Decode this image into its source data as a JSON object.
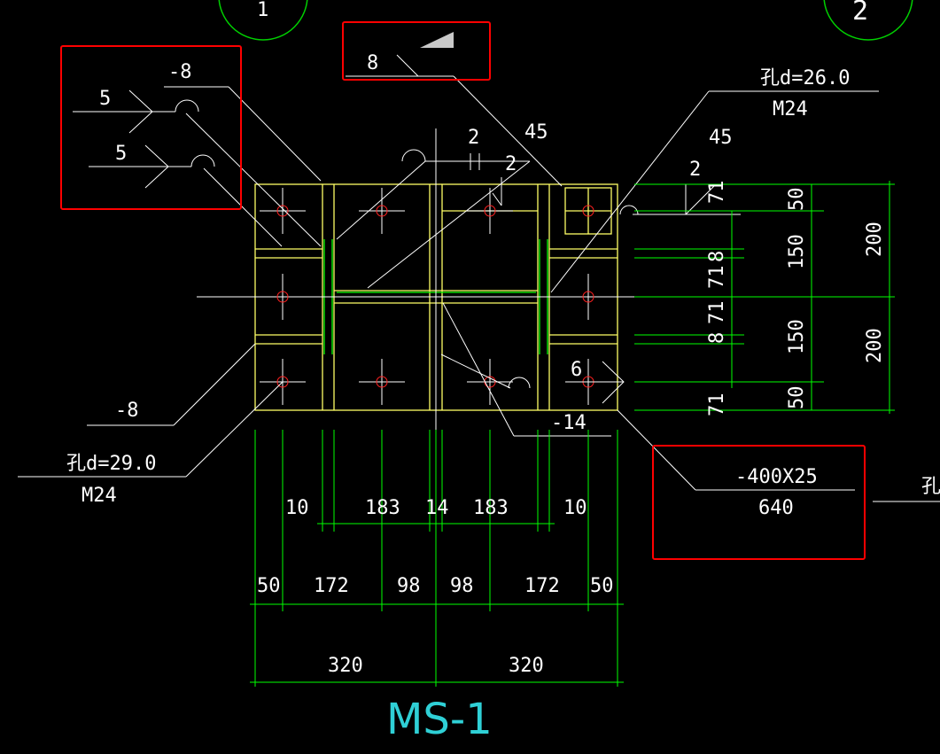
{
  "colors": {
    "background": "#000000",
    "dimension": "#00ff00",
    "plate": "#ffff66",
    "leader": "#ffffff",
    "hole": "#ff2020",
    "title": "#2fd0d6",
    "highlight": "#ff0000"
  },
  "title": "MS-1",
  "grid_labels": {
    "left": "1",
    "right": "2"
  },
  "weld_notes": {
    "top_left_plate": "-8",
    "weld_size_a": "5",
    "weld_size_b": "5",
    "top_weld": "8",
    "stiffener_weld": "2",
    "stiffener_weld_b": "2",
    "angle_left": "45",
    "angle_right": "45",
    "right_weld": "2",
    "bottom_right_weld": "6"
  },
  "hole_notes": {
    "top_hole": "孔d=26.0",
    "top_bolt": "M24",
    "bottom_hole": "孔d=29.0",
    "bottom_bolt": "M24",
    "right_edge_hole": "孔"
  },
  "plate_notes": {
    "left_plate": "-8",
    "web_plate": "-14",
    "base_plate": "-400X25",
    "base_length": "640"
  },
  "dims_right": {
    "inner_top": "71",
    "inner_mid_a": "8",
    "inner_mid_b": "71",
    "inner_mid_c": "71",
    "inner_mid_d": "8",
    "inner_bottom": "71",
    "mid_top": "50",
    "mid_upper": "150",
    "mid_lower": "150",
    "mid_bottom": "50",
    "outer_top": "200",
    "outer_bottom": "200"
  },
  "dims_bottom": {
    "row1": [
      "10",
      "183",
      "14",
      "183",
      "10"
    ],
    "row2": [
      "50",
      "172",
      "98",
      "98",
      "172",
      "50"
    ],
    "row3": [
      "320",
      "320"
    ]
  }
}
